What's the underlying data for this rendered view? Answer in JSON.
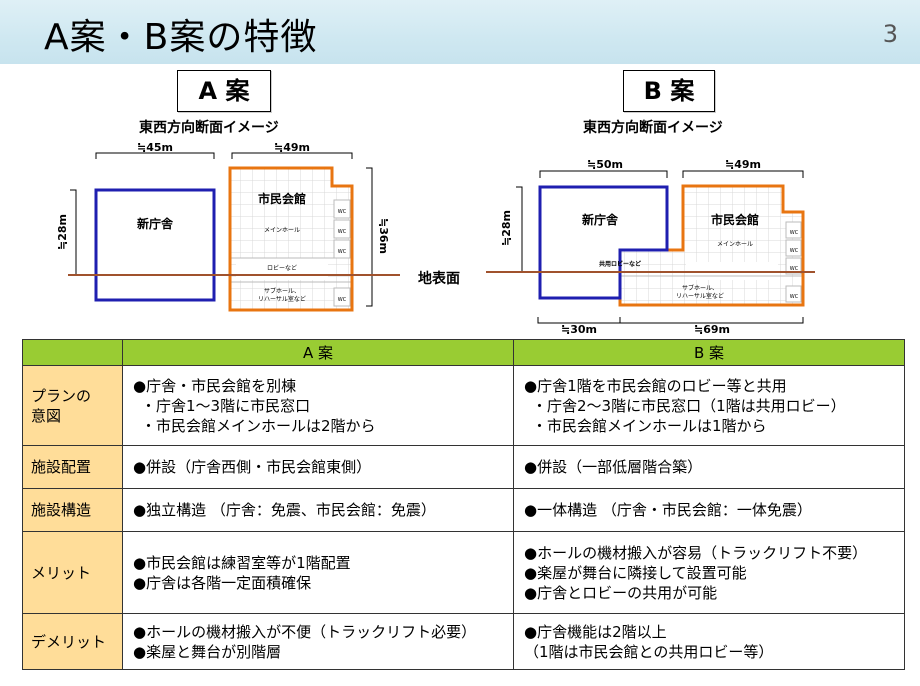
{
  "slide": {
    "title": "A案・B案の特徴",
    "page_number": "3"
  },
  "plan_a": {
    "label": "A 案",
    "caption": "東西方向断面イメージ",
    "dim_width_left": "≒45m",
    "dim_width_right": "≒49m",
    "dim_height_left": "≒28m",
    "dim_height_right": "≒36m",
    "building_new": "新庁舎",
    "building_hall": "市民会館",
    "room_main_hall": "メインホール",
    "room_lobby": "ロビーなど",
    "room_sub_hall_1": "サブホール、",
    "room_sub_hall_2": "リハーサル室など",
    "wc": "WC"
  },
  "ground_label": "地表面",
  "plan_b": {
    "label": "B 案",
    "caption": "東西方向断面イメージ",
    "dim_width_left": "≒50m",
    "dim_width_right": "≒49m",
    "dim_height_left": "≒28m",
    "dim_bottom_left": "≒30m",
    "dim_bottom_right": "≒69m",
    "building_new": "新庁舎",
    "building_hall": "市民会館",
    "room_main_hall": "メインホール",
    "room_shared_lobby": "共用ロビーなど",
    "room_sub_hall_1": "サブホール、",
    "room_sub_hall_2": "リハーサル室など",
    "wc": "WC"
  },
  "colors": {
    "new_building": "#1f1fb0",
    "hall_building": "#e87511",
    "ground": "#a0522d",
    "header_bg": "#cfe8f1",
    "table_header_bg": "#99cc33",
    "row_header_bg": "#ffdd99"
  },
  "table": {
    "col_a": "A 案",
    "col_b": "B 案",
    "rows": [
      {
        "head": [
          "プランの",
          "意図"
        ],
        "a": [
          "●庁舎・市民会館を別棟",
          "・庁舎1～3階に市民窓口",
          "・市民会館メインホールは2階から"
        ],
        "b": [
          "●庁舎1階を市民会館のロビー等と共用",
          "・庁舎2～3階に市民窓口（1階は共用ロビー）",
          "・市民会館メインホールは1階から"
        ]
      },
      {
        "head": [
          "施設配置"
        ],
        "a": [
          "●併設（庁舎西側・市民会館東側）"
        ],
        "b": [
          "●併設（一部低層階合築）"
        ]
      },
      {
        "head": [
          "施設構造"
        ],
        "a": [
          "●独立構造 （庁舎：免震、市民会館：免震）"
        ],
        "b": [
          "●一体構造 （庁舎・市民会館：一体免震）"
        ]
      },
      {
        "head": [
          "メリット"
        ],
        "a": [
          "●市民会館は練習室等が1階配置",
          "●庁舎は各階一定面積確保"
        ],
        "b": [
          "●ホールの機材搬入が容易（トラックリフト不要）",
          "●楽屋が舞台に隣接して設置可能",
          "●庁舎とロビーの共用が可能"
        ]
      },
      {
        "head": [
          "デメリット"
        ],
        "a": [
          "●ホールの機材搬入が不便（トラックリフト必要）",
          "●楽屋と舞台が別階層"
        ],
        "b": [
          "●庁舎機能は2階以上",
          "（1階は市民会館との共用ロビー等）"
        ]
      }
    ]
  }
}
